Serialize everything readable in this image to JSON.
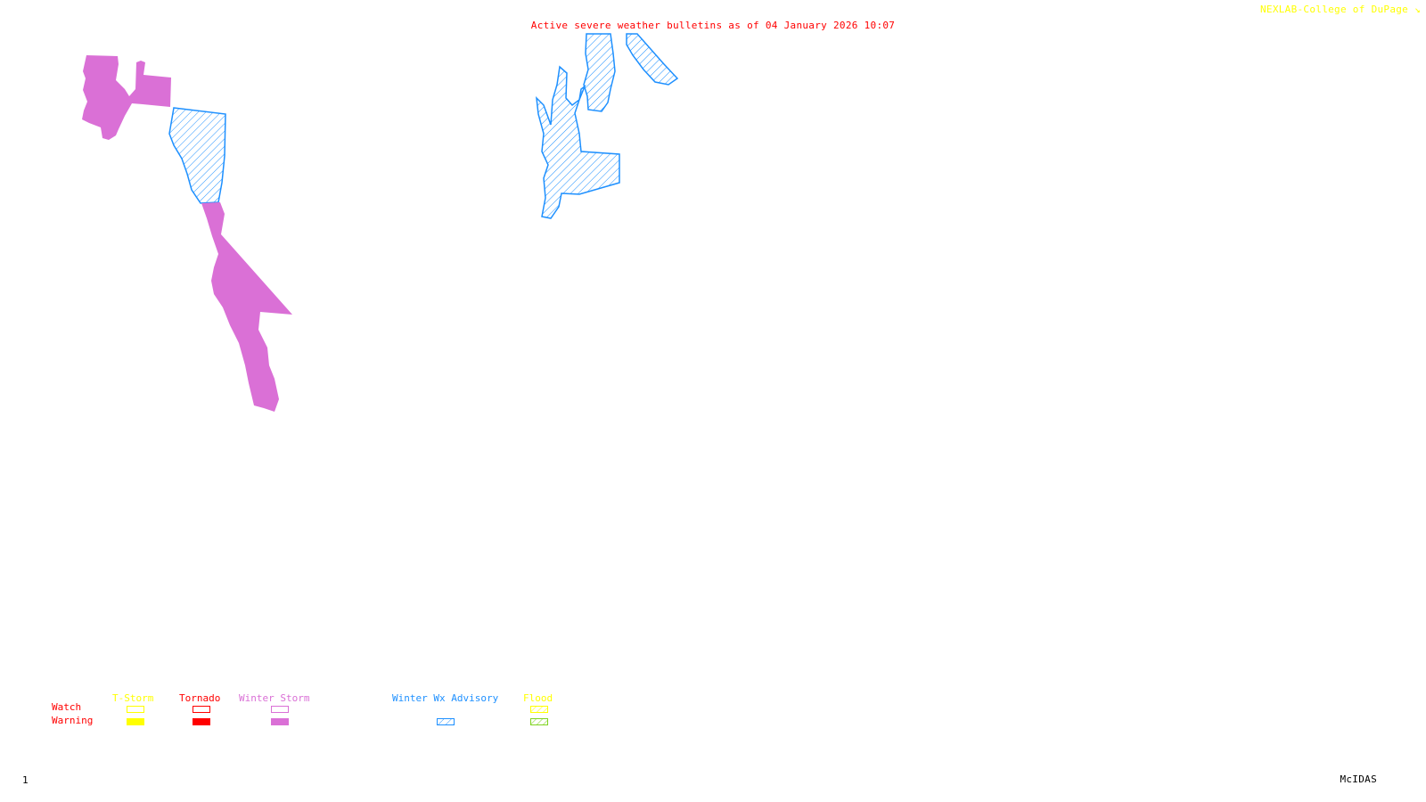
{
  "header": {
    "title": "Active severe weather bulletins as of 04 January 2026 10:07",
    "credit": "NEXLAB-College of DuPage",
    "credit_icon": "arrow-corner-icon"
  },
  "footer": {
    "frame_number": "1",
    "software": "McIDAS"
  },
  "colors": {
    "title": "#ff0000",
    "credit": "#ffff00",
    "tstorm": "#ffff00",
    "tornado": "#ff0000",
    "winter_storm": "#da70d6",
    "winter_wx_advisory": "#1e90ff",
    "flood_watch": "#ffff00",
    "flood_warning": "#7fd320"
  },
  "legend": {
    "row_labels": {
      "watch": "Watch",
      "warning": "Warning"
    },
    "categories": [
      {
        "key": "tstorm",
        "label": "T-Storm",
        "watch_style": "outline",
        "warning_style": "solid"
      },
      {
        "key": "tornado",
        "label": "Tornado",
        "watch_style": "outline",
        "warning_style": "solid"
      },
      {
        "key": "winter_storm",
        "label": "Winter Storm",
        "watch_style": "outline",
        "warning_style": "solid"
      },
      {
        "key": "winter_wx_advisory",
        "label": "Winter Wx Advisory",
        "watch_style": "none",
        "warning_style": "hatched"
      },
      {
        "key": "flood",
        "label": "Flood",
        "watch_style": "hatched",
        "warning_style": "hatched"
      }
    ]
  },
  "map": {
    "areas": [
      {
        "name": "winter-storm-warning-area-northwest",
        "type": "Winter Storm Warning",
        "style": "solid"
      },
      {
        "name": "winter-wx-advisory-area-west",
        "type": "Winter Wx Advisory",
        "style": "hatched"
      },
      {
        "name": "winter-storm-warning-area-southwest",
        "type": "Winter Storm Warning",
        "style": "solid"
      },
      {
        "name": "winter-wx-advisory-area-central",
        "type": "Winter Wx Advisory",
        "style": "hatched"
      },
      {
        "name": "winter-wx-advisory-area-north-central",
        "type": "Winter Wx Advisory",
        "style": "hatched"
      },
      {
        "name": "winter-wx-advisory-area-northeast-strip",
        "type": "Winter Wx Advisory",
        "style": "hatched"
      }
    ]
  }
}
